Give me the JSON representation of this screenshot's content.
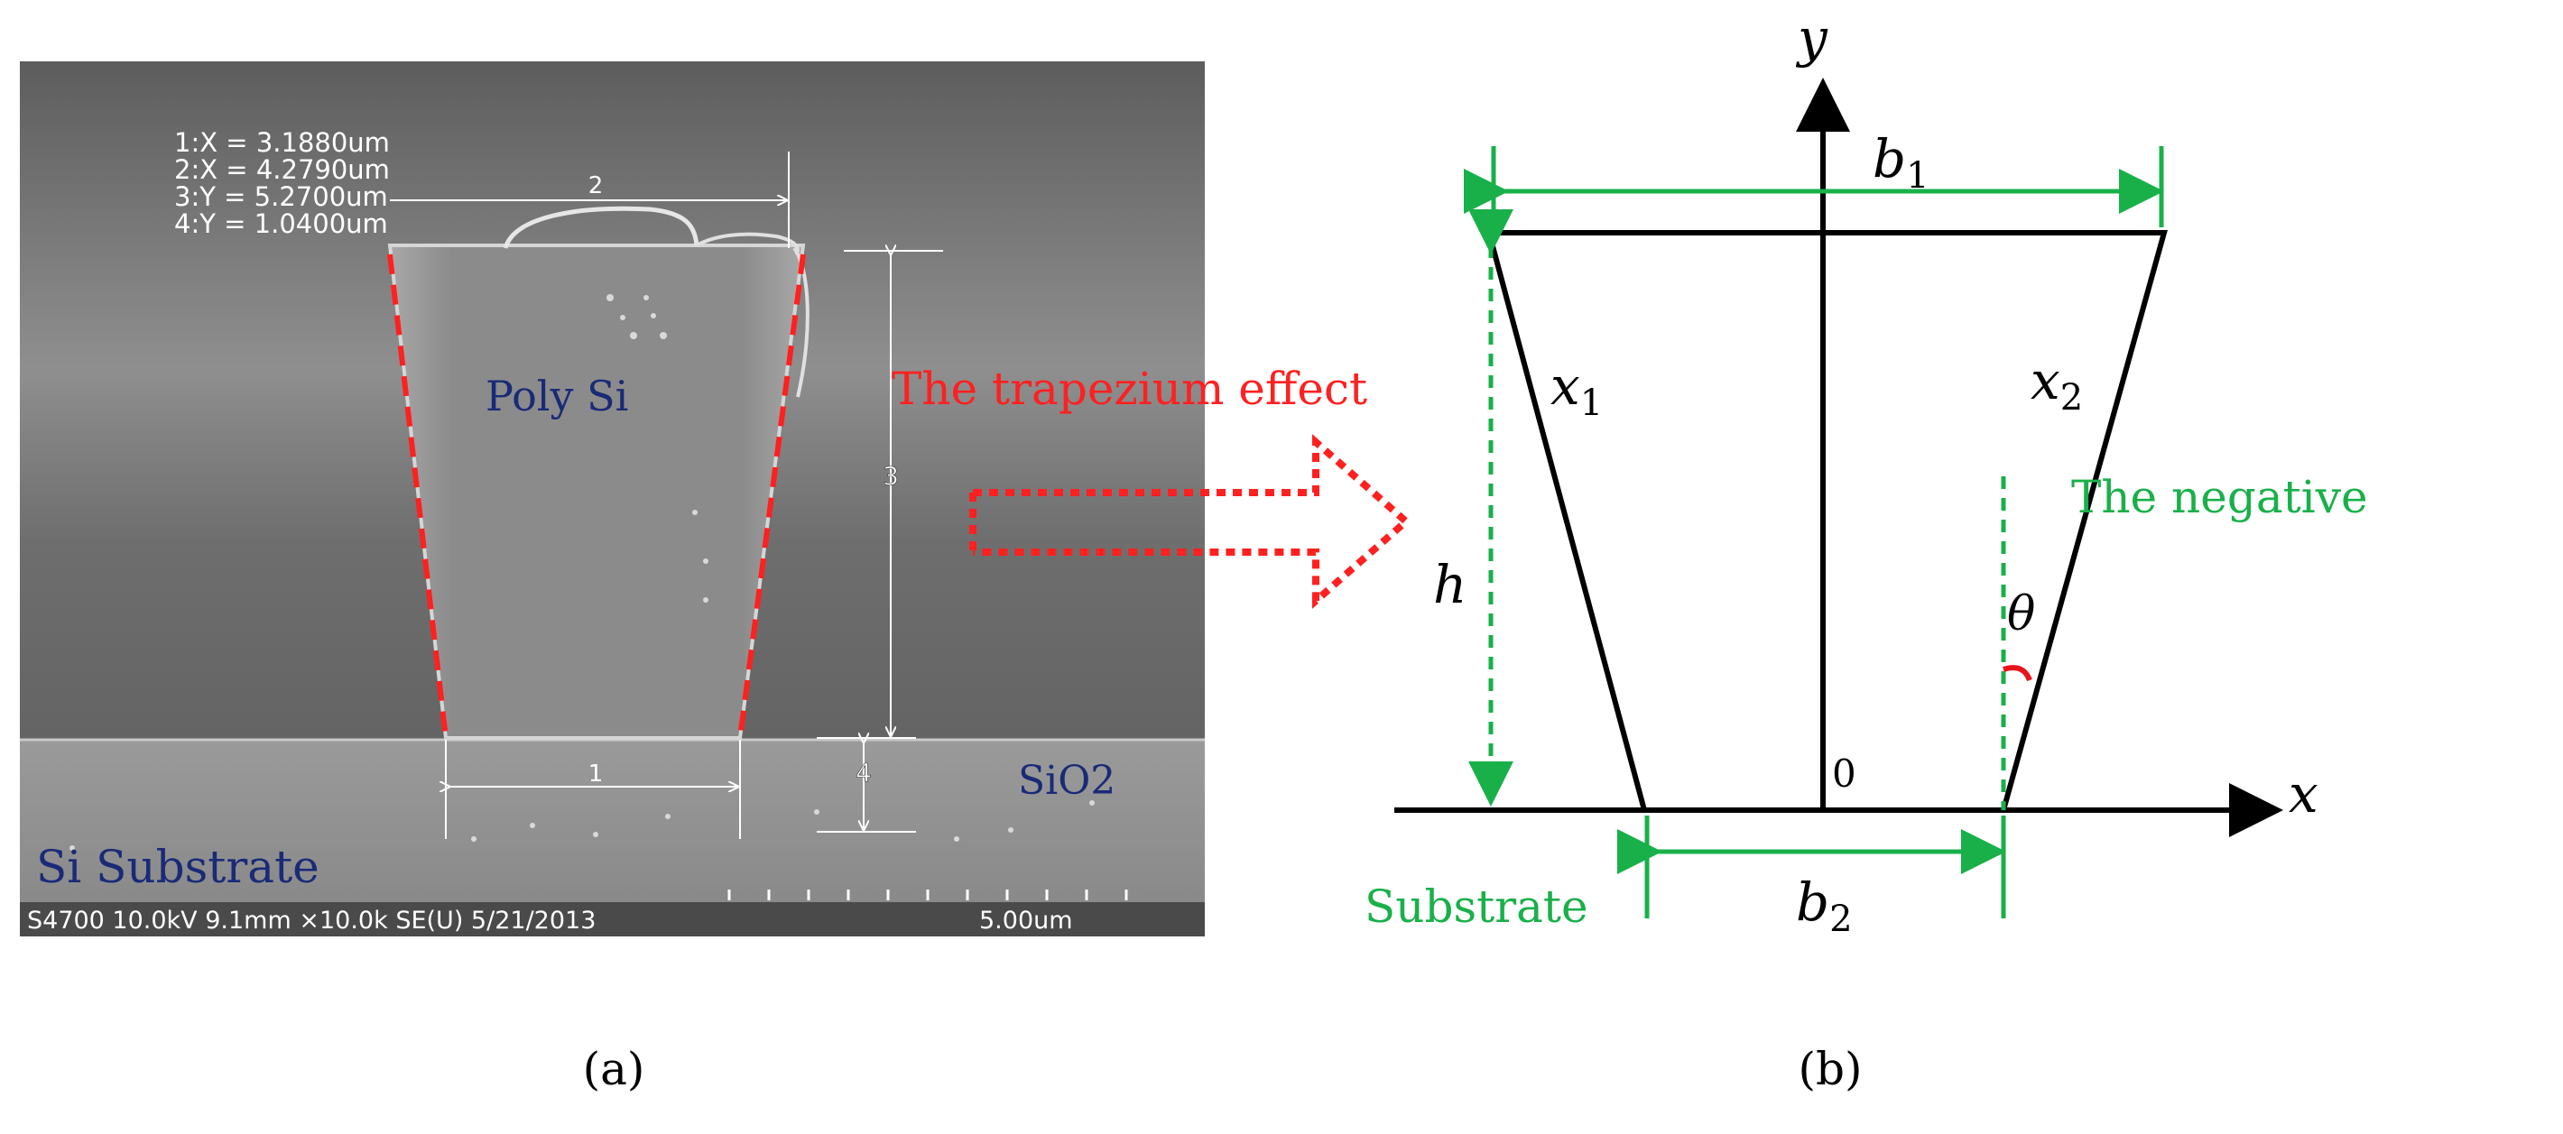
{
  "panel_a": {
    "caption": "(a)",
    "measurements": [
      "1:X = 3.1880um",
      "2:X = 4.2790um",
      "3:Y = 5.2700um",
      "4:Y = 1.0400um"
    ],
    "marker_labels": [
      "1",
      "2",
      "3",
      "4"
    ],
    "poly_label": "Poly Si",
    "sio2_label": "SiO2",
    "substrate_label": "Si Substrate",
    "info_bar": "S4700 10.0kV 9.1mm ×10.0k SE(U) 5/21/2013",
    "scale_label": "5.00um",
    "effect_label": "The trapezium effect",
    "colors": {
      "annotation": "#ff2020",
      "material": "#1a2a78",
      "sem_bg": "#7a7a7a"
    }
  },
  "panel_b": {
    "caption": "(b)",
    "y_axis": "y",
    "x_axis": "x",
    "origin": "0",
    "b1": "b",
    "b1_sub": "1",
    "b2": "b",
    "b2_sub": "2",
    "x1": "x",
    "x1_sub": "1",
    "x2": "x",
    "x2_sub": "2",
    "h": "h",
    "theta": "θ",
    "negative_label": "The negative",
    "substrate_label": "Substrate",
    "colors": {
      "green": "#19b04a",
      "black": "#000000",
      "red": "#e8141c"
    }
  }
}
